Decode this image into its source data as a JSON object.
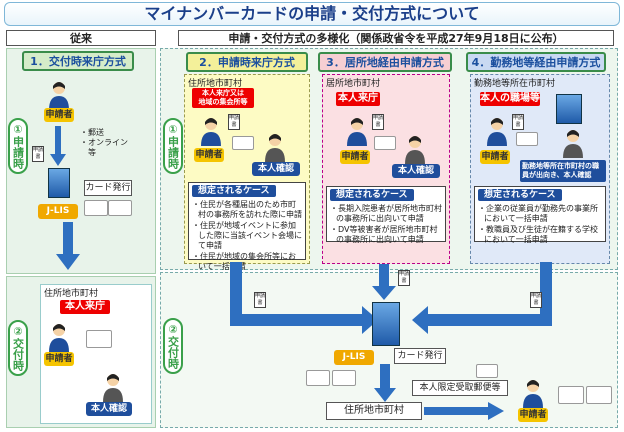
{
  "title": "マイナンバーカードの申請・交付方式について",
  "header_left": "従来",
  "header_right": "申請・交付方式の多様化（関係政省令を平成27年9月18日に公布）",
  "methods": {
    "m1": "1．交付時来庁方式",
    "m2": "2．申請時来庁方式",
    "m3": "3．居所地経由申請方式",
    "m4": "4．勤務地等経由申請方式"
  },
  "stages": {
    "apply": "①申請時",
    "deliver": "②交付時"
  },
  "common": {
    "applicant": "申請者",
    "identity_check": "本人確認",
    "jlis": "J-LIS",
    "card_issue": "カード発行",
    "doc": "申請書"
  },
  "col1": {
    "channels": [
      "・郵送",
      "・オンライン",
      "等"
    ],
    "card_issue": "カード発行",
    "jlis": "J-LIS",
    "city": "住所地市町村",
    "visit": "本人来庁",
    "applicant": "申請者",
    "identity_check": "本人確認"
  },
  "col2": {
    "city": "住所地市町村",
    "red": "本人来庁又は\n地域の集会所等",
    "case_title": "想定されるケース",
    "cases": [
      "住民が各種届出のため市町村の事務所を訪れた際に申請",
      "住民が地域イベントに参加した際に当該イベント会場にて申請",
      "住民が地域の集会所等において一括申請"
    ]
  },
  "col3": {
    "city": "居所地市町村",
    "red": "本人来庁",
    "case_title": "想定されるケース",
    "cases": [
      "長期入院患者が居所地市町村の事務所に出向いて申請",
      "DV等被害者が居所地市町村の事務所に出向いて申請"
    ]
  },
  "col4": {
    "city": "勤務地等所在市町村",
    "red": "本人の職場等",
    "note": "勤務地等所在市町村の職員が出向き、本人確認",
    "case_title": "想定されるケース",
    "cases": [
      "企業の従業員が勤務先の事業所において一括申請",
      "教職員及び生徒が在籍する学校において一括申請"
    ]
  },
  "bottom": {
    "jlis": "J-LIS",
    "card_issue": "カード発行",
    "mail": "本人限定受取郵便等",
    "city": "住所地市町村",
    "applicant": "申請者"
  },
  "colors": {
    "title_text": "#1b3f8a",
    "method_text": "#1b4f9e",
    "stage_green": "#3aa04a",
    "red_label": "#e00000",
    "arrow_blue": "#2e6fc0",
    "jlis_orange": "#f0a800"
  }
}
